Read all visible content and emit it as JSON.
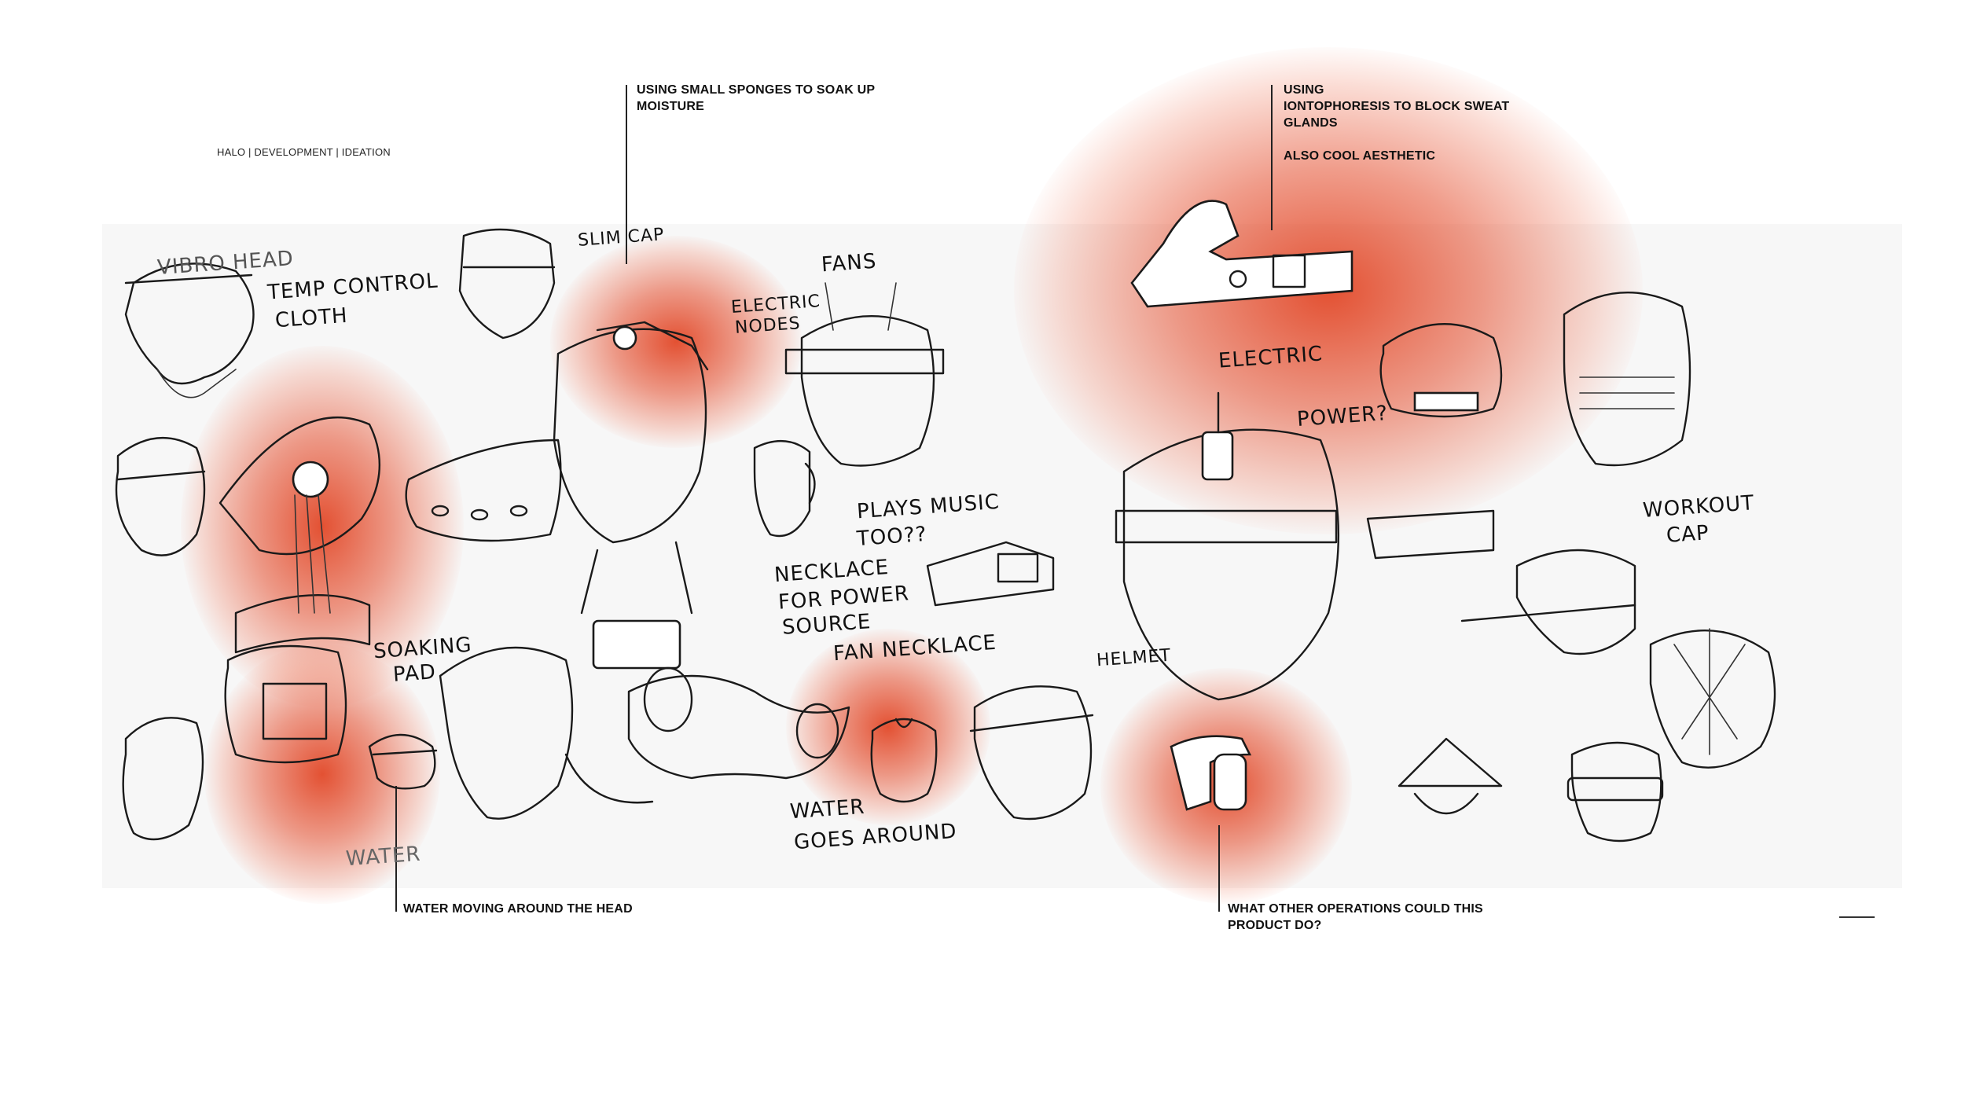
{
  "header": {
    "label": "HALO | DEVELOPMENT | IDEATION"
  },
  "annotations": {
    "sponges": [
      "USING SMALL SPONGES TO SOAK UP",
      "MOISTURE"
    ],
    "iontophoresis": [
      "USING",
      "IONTOPHORESIS TO BLOCK SWEAT",
      "GLANDS"
    ],
    "aesthetic": "ALSO COOL AESTHETIC",
    "water": "WATER MOVING AROUND THE HEAD",
    "operations": [
      "WHAT OTHER OPERATIONS COULD THIS",
      "PRODUCT DO?"
    ]
  },
  "handwritten": {
    "vibro_head": "VIBRO HEAD",
    "temp_control": "TEMP CONTROL",
    "cloth": "CLOTH",
    "slim_cap": "SLIM CAP",
    "electric_nodes_1": "ELECTRIC",
    "electric_nodes_2": "NODES",
    "fans": "FANS",
    "plays_music": "PLAYS MUSIC",
    "too": "TOO??",
    "necklace_1": "NECKLACE",
    "necklace_2": "FOR POWER",
    "necklace_3": "SOURCE",
    "soaking_1": "SOAKING",
    "soaking_2": "PAD",
    "fan_necklace": "FAN NECKLACE",
    "water_goes_1": "WATER",
    "water_goes_2": "GOES AROUND",
    "water": "WATER",
    "helmet": "HELMET",
    "electric": "ELECTRIC",
    "power": "POWER?",
    "workout_1": "WORKOUT",
    "workout_2": "CAP"
  },
  "colors": {
    "accent": "#e24828",
    "ink": "#1a1a1a",
    "background": "#ffffff"
  }
}
